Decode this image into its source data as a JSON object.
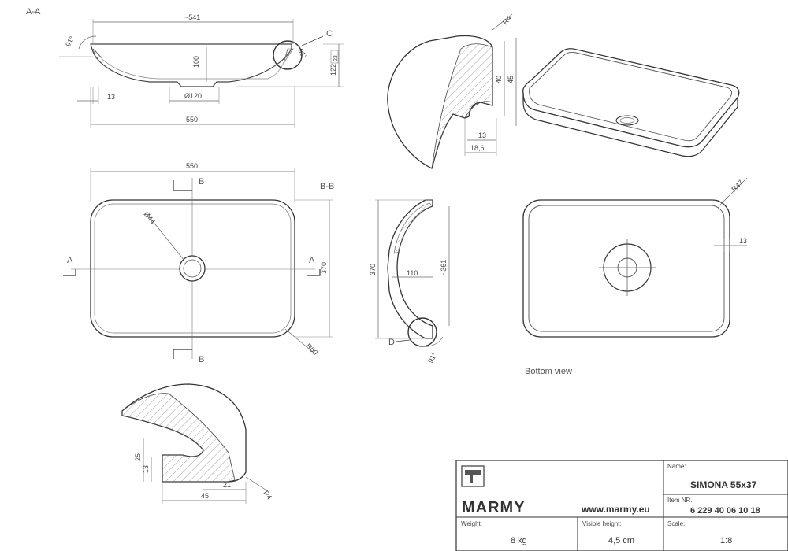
{
  "sections": {
    "aa": "A-A",
    "bb": "B-B",
    "cut_a": "A",
    "cut_b": "B",
    "detail_c": "C",
    "detail_d": "D",
    "bottom_view": "Bottom view"
  },
  "dimensions": {
    "w541": "~541",
    "w550": "550",
    "h100": "100",
    "h122": "122",
    "h23": "23",
    "d120": "Ø120",
    "w13": "13",
    "ang91": "91°",
    "d44": "Ø44",
    "h370": "370",
    "r60": "R60",
    "r4": "R4",
    "h40": "40",
    "h45": "45",
    "w18_6": "18,6",
    "h110": "110",
    "h361": "~361",
    "r47": "R47",
    "h25": "25",
    "w21": "21",
    "w45": "45"
  },
  "title_block": {
    "brand": "MARMY",
    "website": "www.marmy.eu",
    "name_label": "Name:",
    "name_value": "SIMONA 55x37",
    "item_label": "Item NR.:",
    "item_value": "6 229 40 06 10 18",
    "weight_label": "Weight:",
    "weight_value": "8 kg",
    "visible_height_label": "Visible height:",
    "visible_height_value": "4,5 cm",
    "scale_label": "Scale:",
    "scale_value": "1:8"
  }
}
